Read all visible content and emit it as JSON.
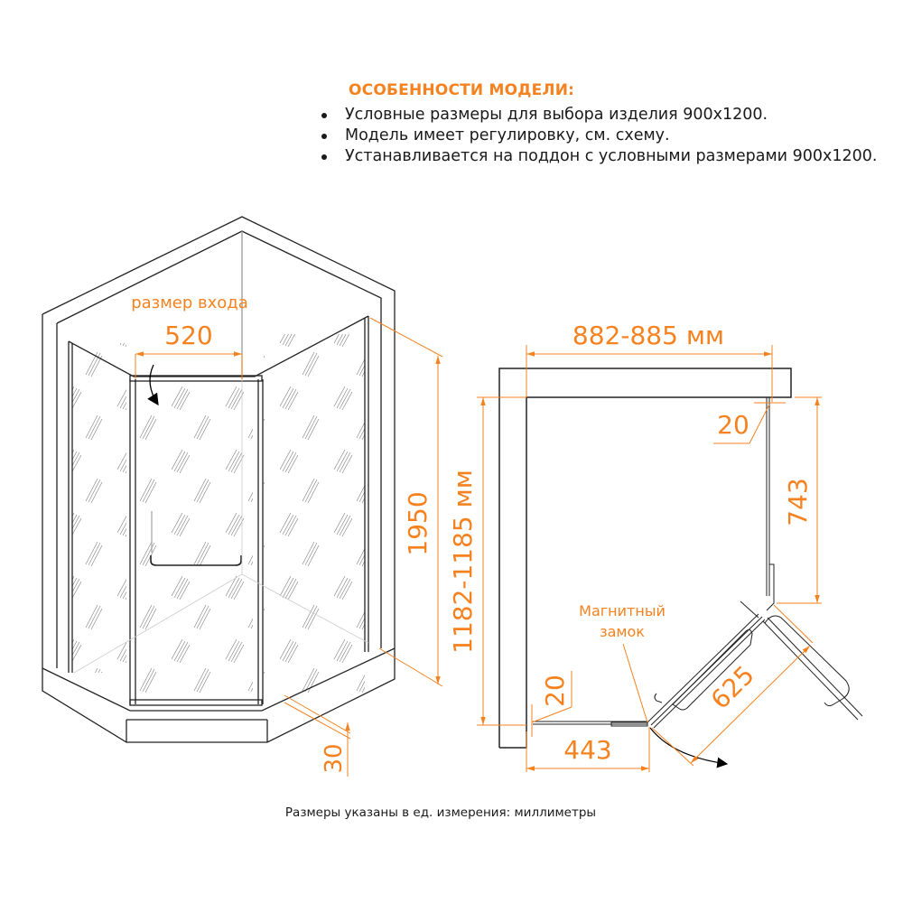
{
  "features": {
    "title": "ОСОБЕННОСТИ МОДЕЛИ:",
    "items": [
      "Условные размеры для выбора изделия 900х1200.",
      "Модель имеет регулировку, см. схему.",
      "Устанавливается на поддон с условными размерами 900х1200."
    ]
  },
  "iso_view": {
    "entry_label": "размер входа",
    "entry_width": "520",
    "height": "1950",
    "tray_height": "30"
  },
  "plan_view": {
    "width": "882-885 мм",
    "depth": "1182-1185 мм",
    "adjust_top": "20",
    "adjust_bottom": "20",
    "right_panel": "743",
    "bottom_panel": "443",
    "door": "625",
    "lock_label_1": "Магнитный",
    "lock_label_2": "замок"
  },
  "footnote": "Размеры указаны в ед. измерения: миллиметры",
  "colors": {
    "accent": "#f5821f",
    "line": "#222222",
    "glass": "#8a8a8a"
  }
}
